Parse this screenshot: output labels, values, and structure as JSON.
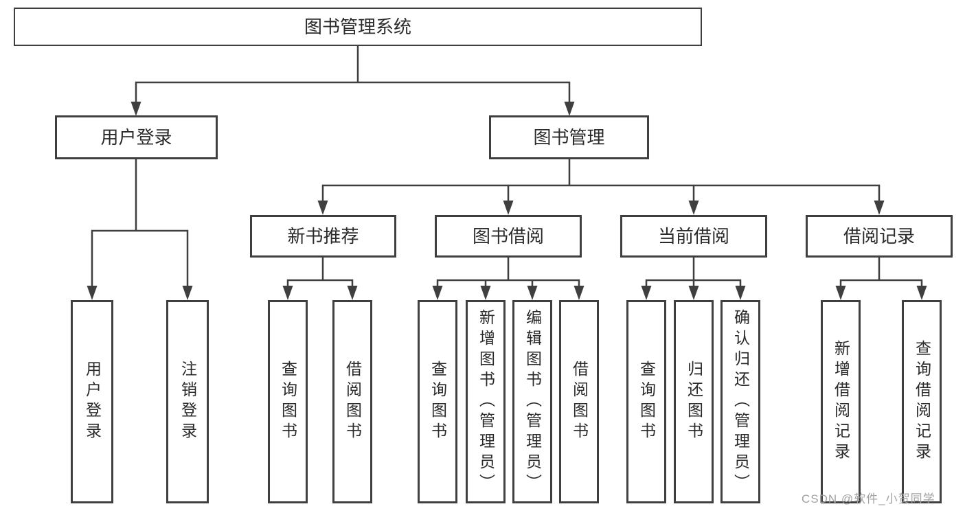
{
  "tree": {
    "label": "图书管理系统",
    "children": [
      {
        "label": "用户登录",
        "children": [
          {
            "label": "用户登录"
          },
          {
            "label": "注销登录"
          }
        ]
      },
      {
        "label": "图书管理",
        "children": [
          {
            "label": "新书推荐",
            "children": [
              {
                "label": "查询图书"
              },
              {
                "label": "借阅图书"
              }
            ]
          },
          {
            "label": "图书借阅",
            "children": [
              {
                "label": "查询图书"
              },
              {
                "label": "新增图书（管理员）"
              },
              {
                "label": "编辑图书（管理员）"
              },
              {
                "label": "借阅图书"
              }
            ]
          },
          {
            "label": "当前借阅",
            "children": [
              {
                "label": "查询图书"
              },
              {
                "label": "归还图书"
              },
              {
                "label": "确认归还（管理员）"
              }
            ]
          },
          {
            "label": "借阅记录",
            "children": [
              {
                "label": "新增借阅记录"
              },
              {
                "label": "查询借阅记录"
              }
            ]
          }
        ]
      }
    ]
  },
  "watermark": "CSDN @软件_小贺同学",
  "colors": {
    "line": "#3f3f3f",
    "box_border": "#3f3f3f",
    "text": "#2a2a2a",
    "watermark": "#a2a2a2",
    "background": "#ffffff"
  }
}
